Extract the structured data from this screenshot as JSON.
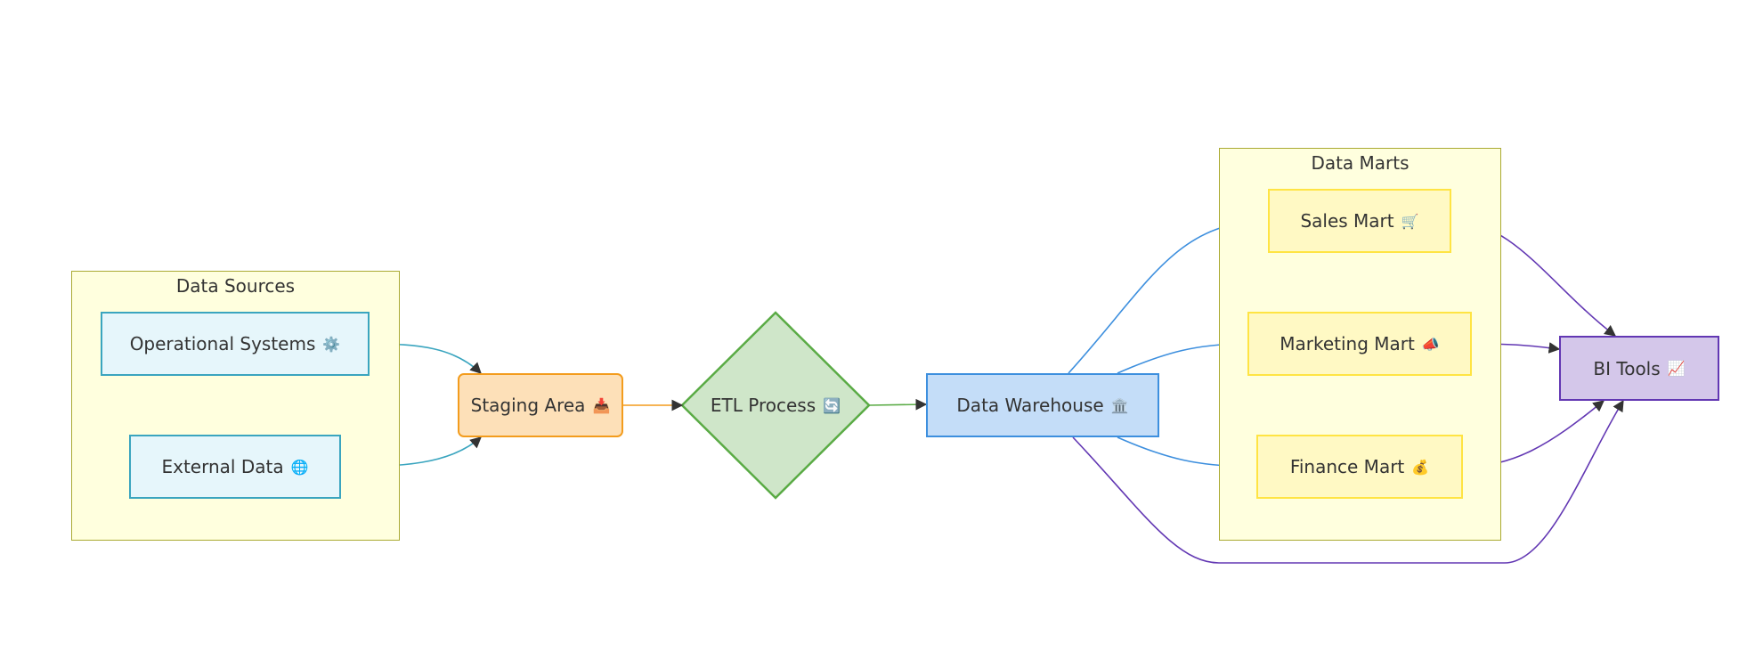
{
  "clusters": {
    "sources": {
      "title": "Data Sources"
    },
    "marts": {
      "title": "Data Marts"
    }
  },
  "nodes": {
    "operational": {
      "label": "Operational Systems",
      "icon": "⚙️",
      "icon_name": "gear-icon"
    },
    "external": {
      "label": "External Data",
      "icon": "🌐",
      "icon_name": "globe-icon"
    },
    "staging": {
      "label": "Staging Area",
      "icon": "📥",
      "icon_name": "inbox-tray-icon"
    },
    "etl": {
      "label": "ETL Process",
      "icon": "🔄",
      "icon_name": "refresh-arrows-icon"
    },
    "warehouse": {
      "label": "Data Warehouse",
      "icon": "🏛️",
      "icon_name": "classical-building-icon"
    },
    "sales": {
      "label": "Sales Mart",
      "icon": "🛒",
      "icon_name": "shopping-cart-icon"
    },
    "marketing": {
      "label": "Marketing Mart",
      "icon": "📣",
      "icon_name": "megaphone-icon"
    },
    "finance": {
      "label": "Finance Mart",
      "icon": "💰",
      "icon_name": "money-bag-icon"
    },
    "bi": {
      "label": "BI Tools",
      "icon": "📈",
      "icon_name": "chart-increasing-icon"
    }
  },
  "colors": {
    "source_fill": "#e6f6fb",
    "source_stroke": "#3aa5bf",
    "staging_fill": "#fde0b8",
    "staging_stroke": "#f39c1d",
    "etl_fill": "#cfe6c9",
    "etl_stroke": "#5aab45",
    "warehouse_fill": "#c4ddf8",
    "warehouse_stroke": "#3d8fde",
    "mart_fill": "#fff9c4",
    "mart_stroke": "#ffe443",
    "bi_fill": "#d4c7ea",
    "bi_stroke": "#6237b3",
    "cluster_fill": "#ffffde",
    "cluster_stroke": "#aaaa33"
  },
  "edges": [
    {
      "from": "operational",
      "to": "staging",
      "color": "#3aa5bf"
    },
    {
      "from": "external",
      "to": "staging",
      "color": "#3aa5bf"
    },
    {
      "from": "staging",
      "to": "etl",
      "color": "#f39c1d"
    },
    {
      "from": "etl",
      "to": "warehouse",
      "color": "#5aab45"
    },
    {
      "from": "warehouse",
      "to": "sales",
      "color": "#3d8fde"
    },
    {
      "from": "warehouse",
      "to": "marketing",
      "color": "#3d8fde"
    },
    {
      "from": "warehouse",
      "to": "finance",
      "color": "#3d8fde"
    },
    {
      "from": "warehouse",
      "to": "bi",
      "color": "#6237b3"
    },
    {
      "from": "sales",
      "to": "bi",
      "color": "#6237b3"
    },
    {
      "from": "marketing",
      "to": "bi",
      "color": "#6237b3"
    },
    {
      "from": "finance",
      "to": "bi",
      "color": "#6237b3"
    }
  ]
}
